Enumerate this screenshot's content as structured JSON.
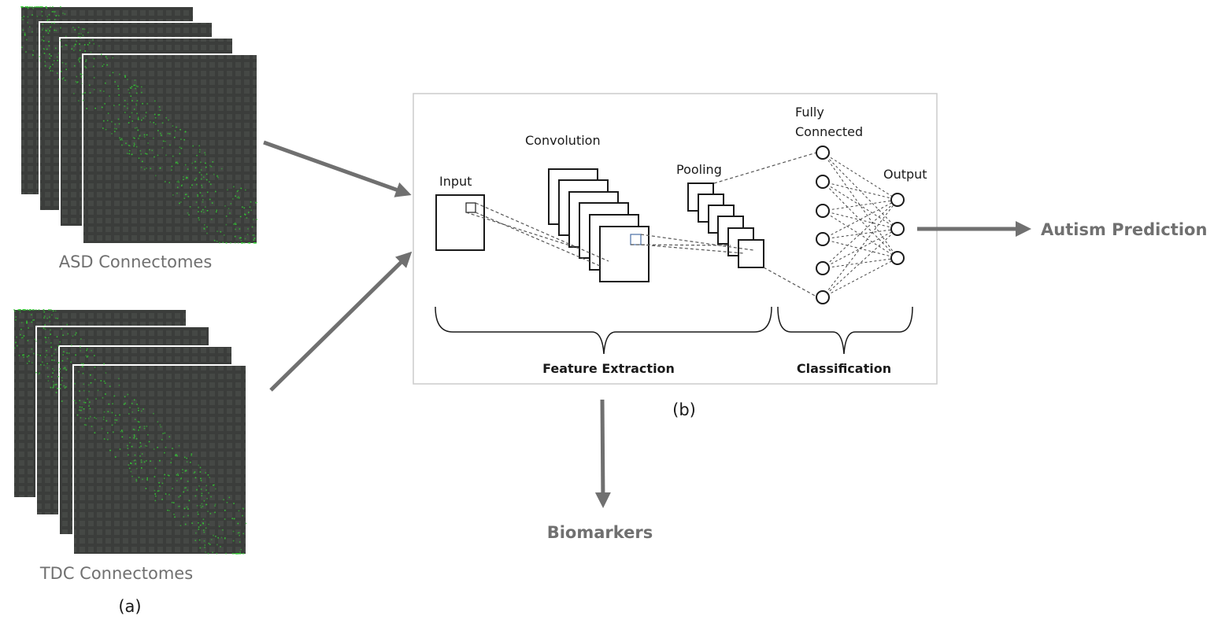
{
  "connectomes": {
    "asd_label": "ASD Connectomes",
    "tdc_label": "TDC Connectomes",
    "panel_a": "(a)"
  },
  "cnn": {
    "input": "Input",
    "convolution": "Convolution",
    "pooling": "Pooling",
    "fully_connected_line1": "Fully",
    "fully_connected_line2": "Connected",
    "output": "Output",
    "feature_extraction": "Feature Extraction",
    "classification": "Classification",
    "panel_b": "(b)"
  },
  "outputs": {
    "autism_prediction": "Autism Prediction",
    "biomarkers": "Biomarkers"
  },
  "colors": {
    "arrow": "#707070",
    "matrix_bg": "#3d3f3d",
    "matrix_dots": "#33cc33",
    "cnn_border": "#cccccc"
  }
}
